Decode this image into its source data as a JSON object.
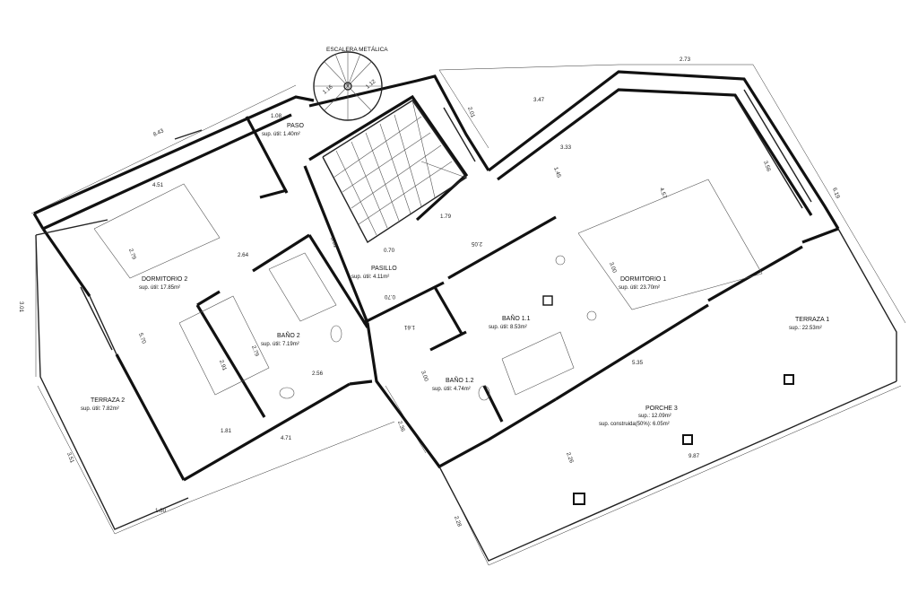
{
  "title": "ESCALERA METÁLICA",
  "rooms": {
    "dormitorio2": {
      "name": "DORMITORIO 2",
      "area": "sup. útil: 17.85m²"
    },
    "paso": {
      "name": "PASO",
      "area": "sup. útil: 1.40m²"
    },
    "pasillo": {
      "name": "PASILLO",
      "area": "sup. útil: 4.11m²"
    },
    "dormitorio1": {
      "name": "DORMITORIO 1",
      "area": "sup. útil: 23.70m²"
    },
    "bano11": {
      "name": "BAÑO 1.1",
      "area": "sup. útil: 8.53m²"
    },
    "bano12": {
      "name": "BAÑO 1.2",
      "area": "sup. útil: 4.74m²"
    },
    "bano2": {
      "name": "BAÑO 2",
      "area": "sup. útil: 7.19m²"
    },
    "terraza1": {
      "name": "TERRAZA 1",
      "area": "sup.: 22.53m²"
    },
    "terraza2": {
      "name": "TERRAZA 2",
      "area": "sup. útil: 7.82m²"
    },
    "porche3": {
      "name": "PORCHE 3",
      "area": "sup.: 12.09m²",
      "area2": "sup. construida(50%): 6.05m²"
    }
  },
  "dimensions": {
    "d_843": "8.43",
    "d_108": "1.08",
    "d_273": "2.73",
    "d_347": "3.47",
    "d_201": "2.01",
    "d_619": "6.19",
    "d_356": "3.56",
    "d_333": "3.33",
    "d_145": "1.45",
    "d_457": "4.57",
    "d_451": "4.51",
    "d_279a": "2.79",
    "d_264": "2.64",
    "d_351a": "3.51",
    "d_070a": "0.70",
    "d_179": "1.79",
    "d_205": "2.05",
    "d_300a": "3.00",
    "d_070b": "0.70",
    "d_301": "3.01",
    "d_570": "5.70",
    "d_291": "2.91",
    "d_279b": "2.79",
    "d_256": "2.56",
    "d_161": "1.61",
    "d_300b": "3.00",
    "d_535": "5.35",
    "d_226": "2.26",
    "d_987": "9.87",
    "d_236": "2.36",
    "d_471": "4.71",
    "d_181": "1.81",
    "d_351b": "3.51",
    "d_160": "1.60",
    "d_228": "2.28",
    "d_116": "1.16",
    "d_112": "1.12"
  }
}
